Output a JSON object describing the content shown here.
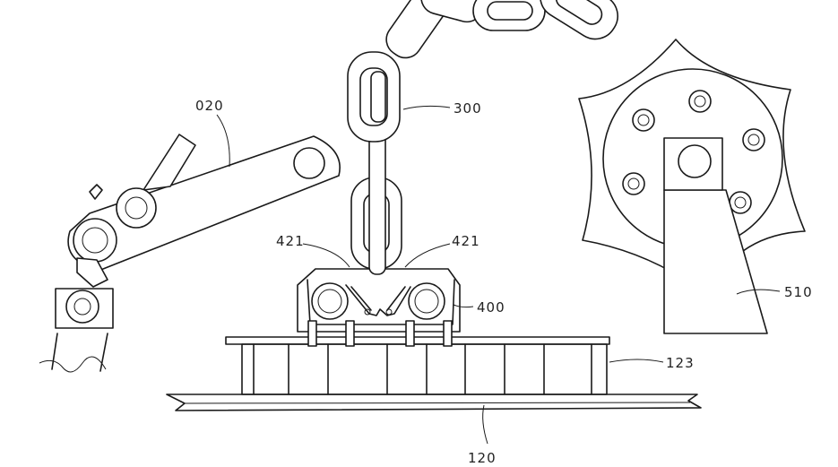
{
  "labels": {
    "arm": "020",
    "chain": "300",
    "bolt_left": "421",
    "bolt_right": "421",
    "clamp": "400",
    "sprocket": "510",
    "beam": "123",
    "rail": "120"
  }
}
